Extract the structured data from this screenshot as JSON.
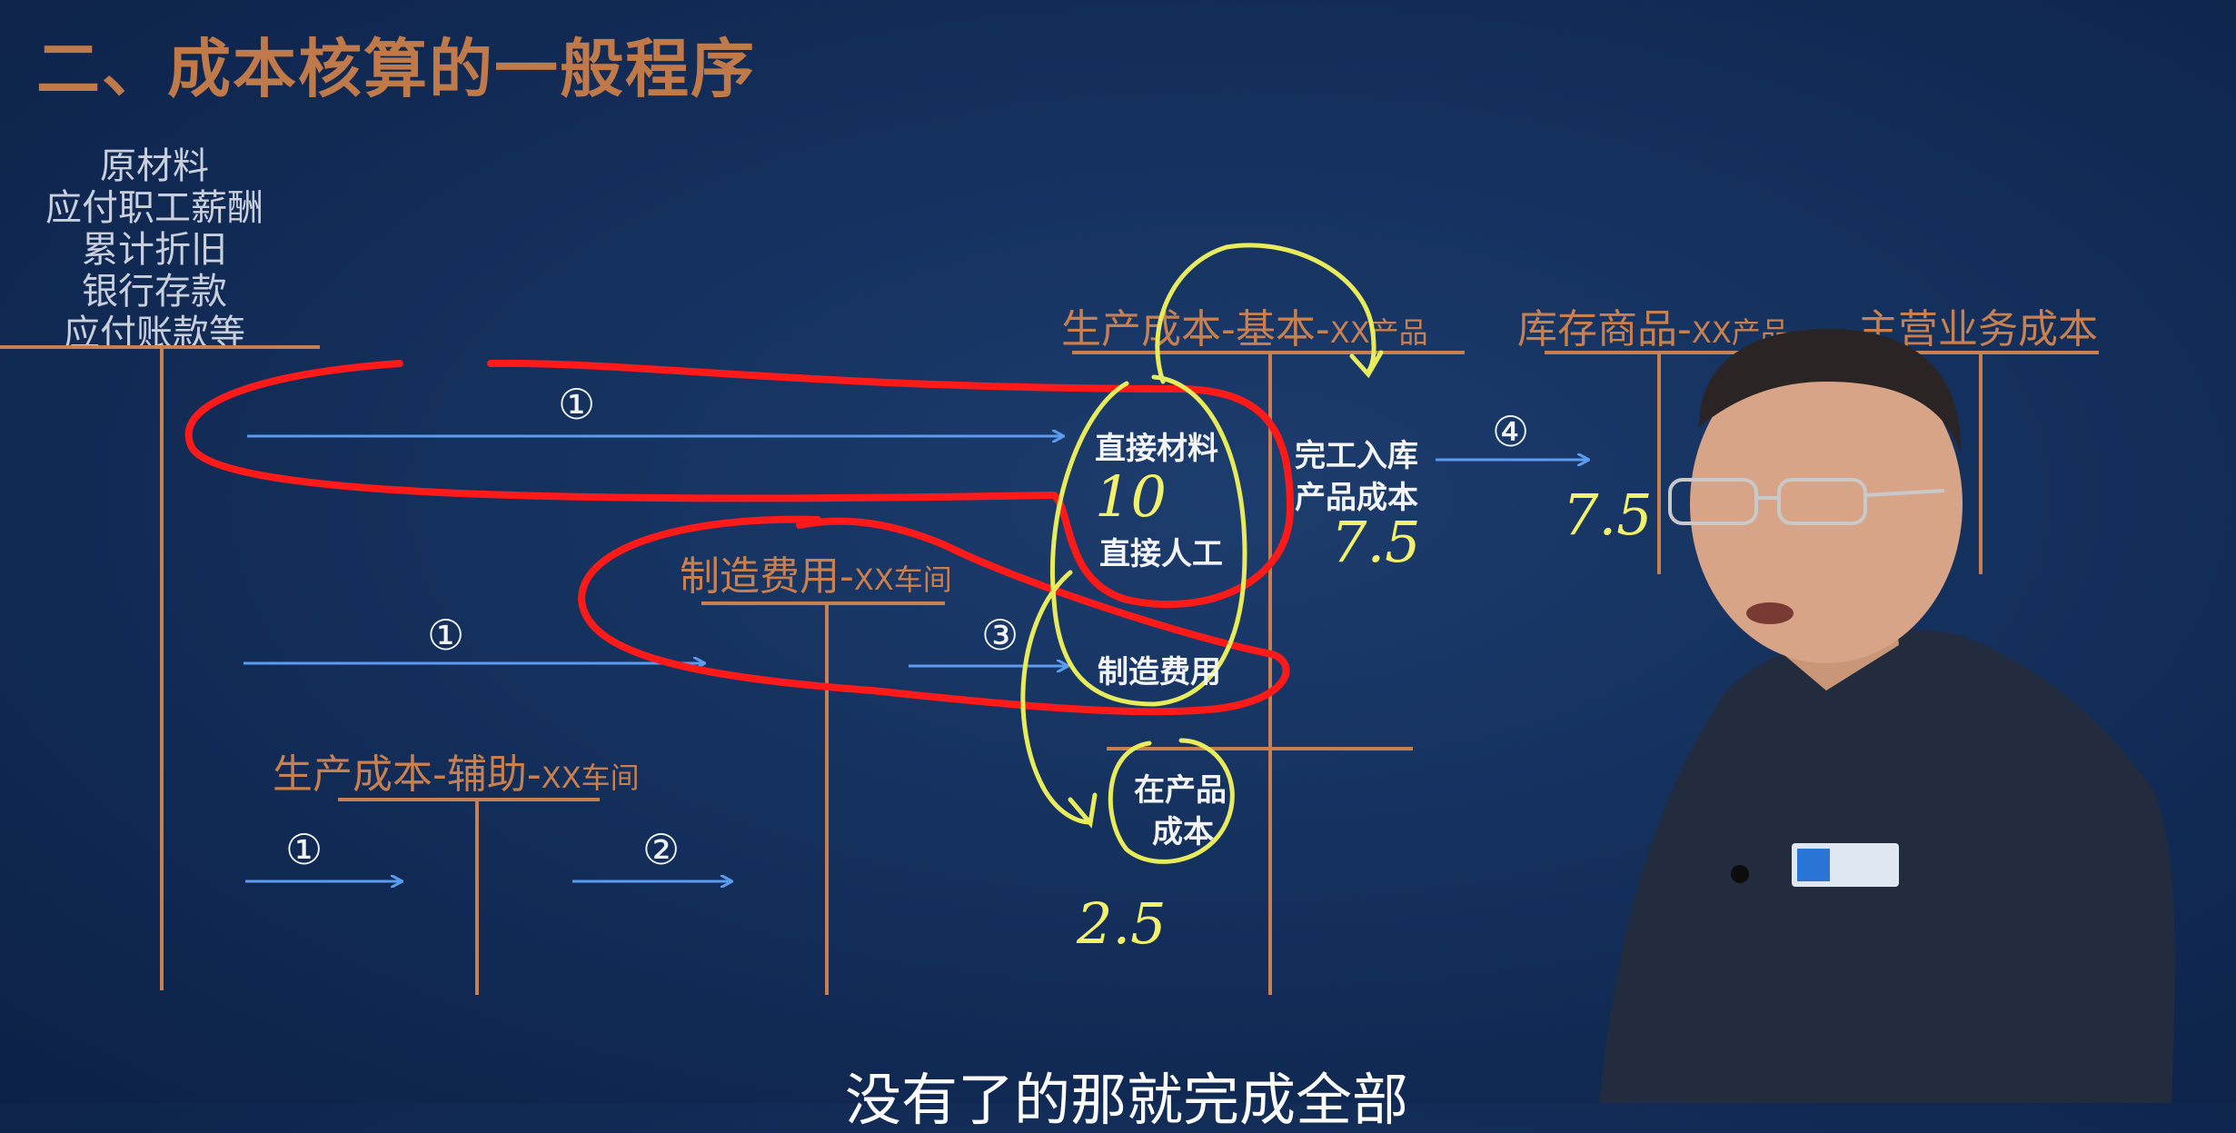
{
  "slide": {
    "title": "二、成本核算的一般程序",
    "sources": [
      "原材料",
      "应付职工薪酬",
      "累计折旧",
      "银行存款",
      "应付账款等"
    ],
    "accounts": {
      "basic": {
        "main": "生产成本-基本-",
        "suffix": "XX产品"
      },
      "stock": {
        "main": "库存商品-",
        "suffix": "XX产品"
      },
      "main_cost": {
        "main": "主营业务成本",
        "suffix": ""
      },
      "overhead": {
        "main": "制造费用-",
        "suffix": "XX车间"
      },
      "aux": {
        "main": "生产成本-辅助-",
        "suffix": "XX车间"
      }
    },
    "items": {
      "direct_material": "直接材料",
      "direct_labor": "直接人工",
      "overhead_item": "制造费用",
      "wip_line1": "在产品",
      "wip_line2": "成本",
      "finished_line1": "完工入库",
      "finished_line2": "产品成本"
    },
    "steps": {
      "s1": "①",
      "s2": "②",
      "s3": "③",
      "s4": "④"
    },
    "handwriting": {
      "total": "10",
      "finished": "7.5",
      "stock": "7.5",
      "wip": "2.5"
    }
  },
  "subtitle": "没有了的那就完成全部",
  "colors": {
    "background": "#14305c",
    "account_orange": "#c98050",
    "arrow_blue": "#5b9bf0",
    "marker_red": "#ff1a1a",
    "marker_yellow": "#e8ec5a"
  }
}
